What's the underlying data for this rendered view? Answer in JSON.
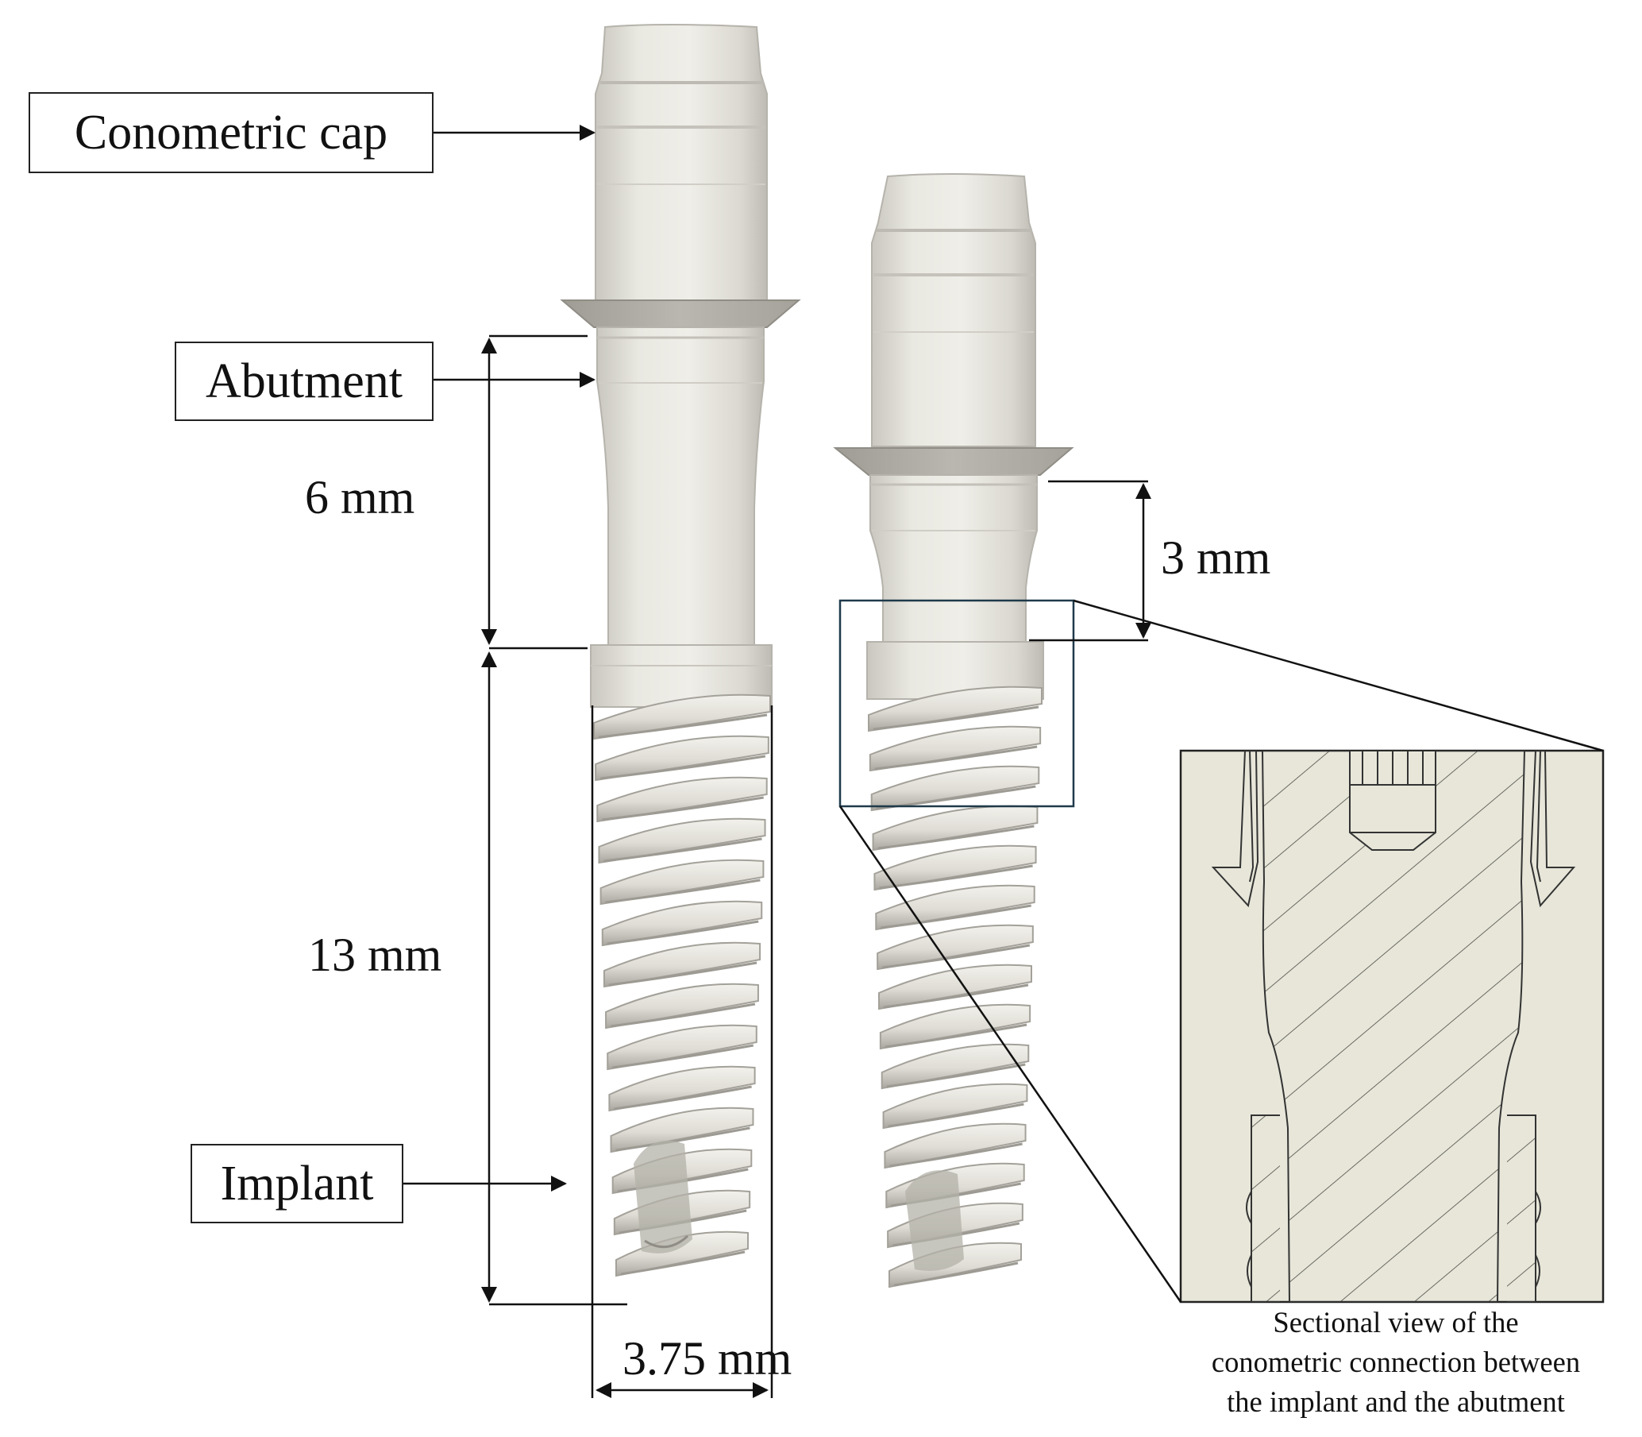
{
  "labels": {
    "conometric_cap": "Conometric cap",
    "abutment": "Abutment",
    "implant": "Implant"
  },
  "dimensions": {
    "abutment_height_long": "6 mm",
    "implant_length": "13 mm",
    "abutment_height_short": "3 mm",
    "implant_diameter": "3.75 mm"
  },
  "caption": {
    "line1": "Sectional view of the",
    "line2": "conometric connection between",
    "line3": "the implant and the abutment"
  },
  "colors": {
    "implant_surface": "#e4e2da",
    "implant_shadow": "#b8b6ad",
    "section_background": "#e7e6d9",
    "section_lines": "#3a3a3a",
    "line_color": "#111111"
  }
}
